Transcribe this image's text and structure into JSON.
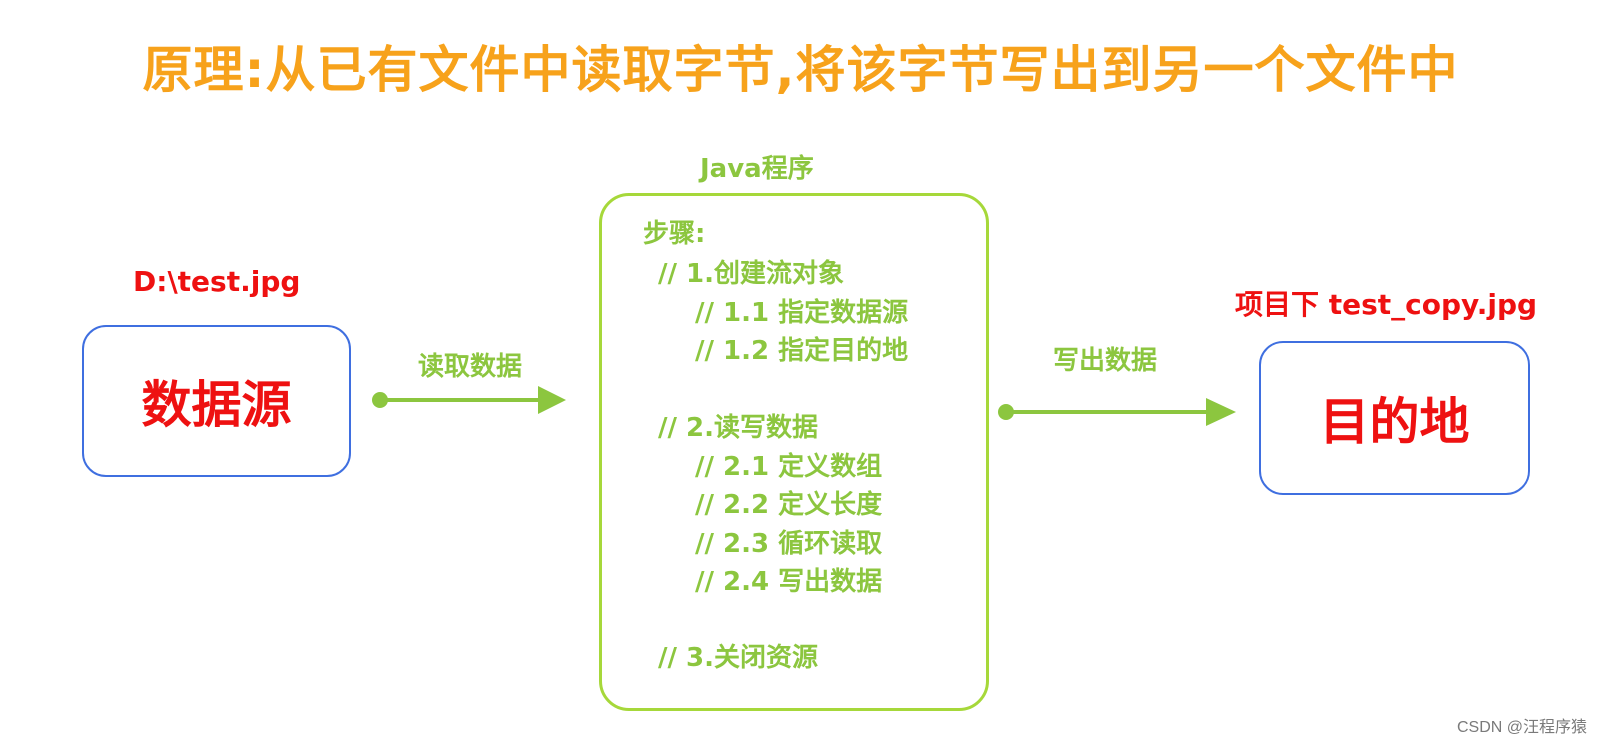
{
  "title": "原理:从已有文件中读取字节,将该字节写出到另一个文件中",
  "source": {
    "path_label": "D:\\test.jpg",
    "box_text": "数据源"
  },
  "read_arrow_label": "读取数据",
  "program": {
    "label": "Java程序",
    "steps": [
      "步骤:",
      "// 1.创建流对象",
      "// 1.1 指定数据源",
      "// 1.2 指定目的地",
      "// 2.读写数据",
      "// 2.1 定义数组",
      "// 2.2 定义长度",
      "// 2.3 循环读取",
      "// 2.4 写出数据",
      "// 3.关闭资源"
    ]
  },
  "write_arrow_label": "写出数据",
  "destination": {
    "path_label": "项目下 test_copy.jpg",
    "box_text": "目的地"
  },
  "watermark": "CSDN @汪程序猿",
  "colors": {
    "title": "#f7a21b",
    "red": "#ee1111",
    "green": "#8cc63f",
    "blue_border": "#3f6fe0"
  }
}
